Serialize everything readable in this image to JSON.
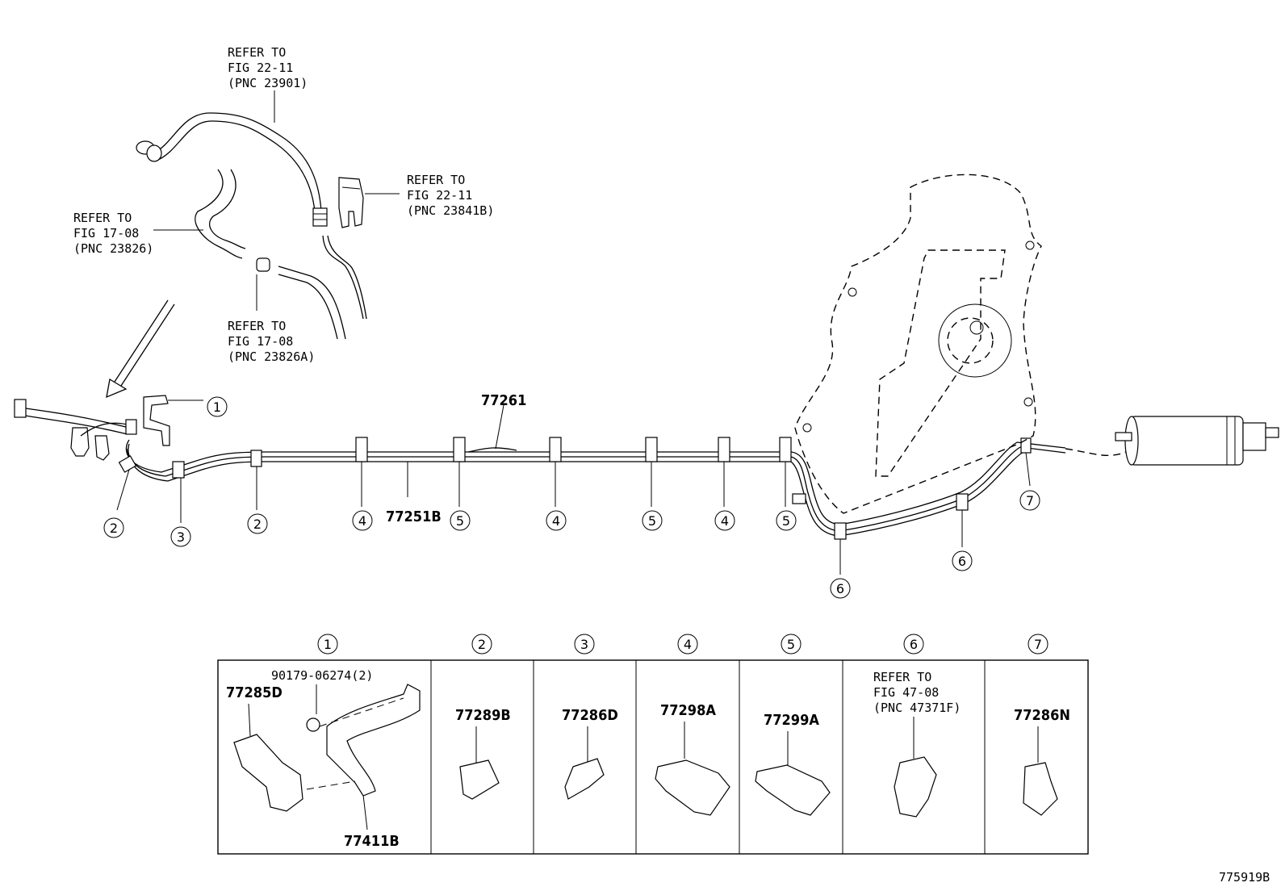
{
  "references": [
    {
      "id": "ref-fig-22-11-23901",
      "lines": [
        "REFER TO",
        "FIG 22-11",
        "(PNC 23901)"
      ]
    },
    {
      "id": "ref-fig-22-11-23841b",
      "lines": [
        "REFER TO",
        "FIG 22-11",
        "(PNC 23841B)"
      ]
    },
    {
      "id": "ref-fig-17-08-23826",
      "lines": [
        "REFER TO",
        "FIG 17-08",
        "(PNC 23826)"
      ]
    },
    {
      "id": "ref-fig-17-08-23826a",
      "lines": [
        "REFER TO",
        "FIG 17-08",
        "(PNC 23826A)"
      ]
    }
  ],
  "main_parts": {
    "tube_upper": "77261",
    "tube_lower": "77251B"
  },
  "callouts": [
    "1",
    "2",
    "3",
    "2",
    "4",
    "5",
    "4",
    "5",
    "4",
    "5",
    "6",
    "6",
    "7"
  ],
  "detail_table": {
    "cells": [
      {
        "num": "1",
        "parts": [
          "90179-06274(2)",
          "77285D",
          "77411B"
        ]
      },
      {
        "num": "2",
        "parts": [
          "77289B"
        ]
      },
      {
        "num": "3",
        "parts": [
          "77286D"
        ]
      },
      {
        "num": "4",
        "parts": [
          "77298A"
        ]
      },
      {
        "num": "5",
        "parts": [
          "77299A"
        ]
      },
      {
        "num": "6",
        "ref_lines": [
          "REFER TO",
          "FIG 47-08",
          "(PNC 47371F)"
        ]
      },
      {
        "num": "7",
        "parts": [
          "77286N"
        ]
      }
    ]
  },
  "figure_id": "775919B"
}
